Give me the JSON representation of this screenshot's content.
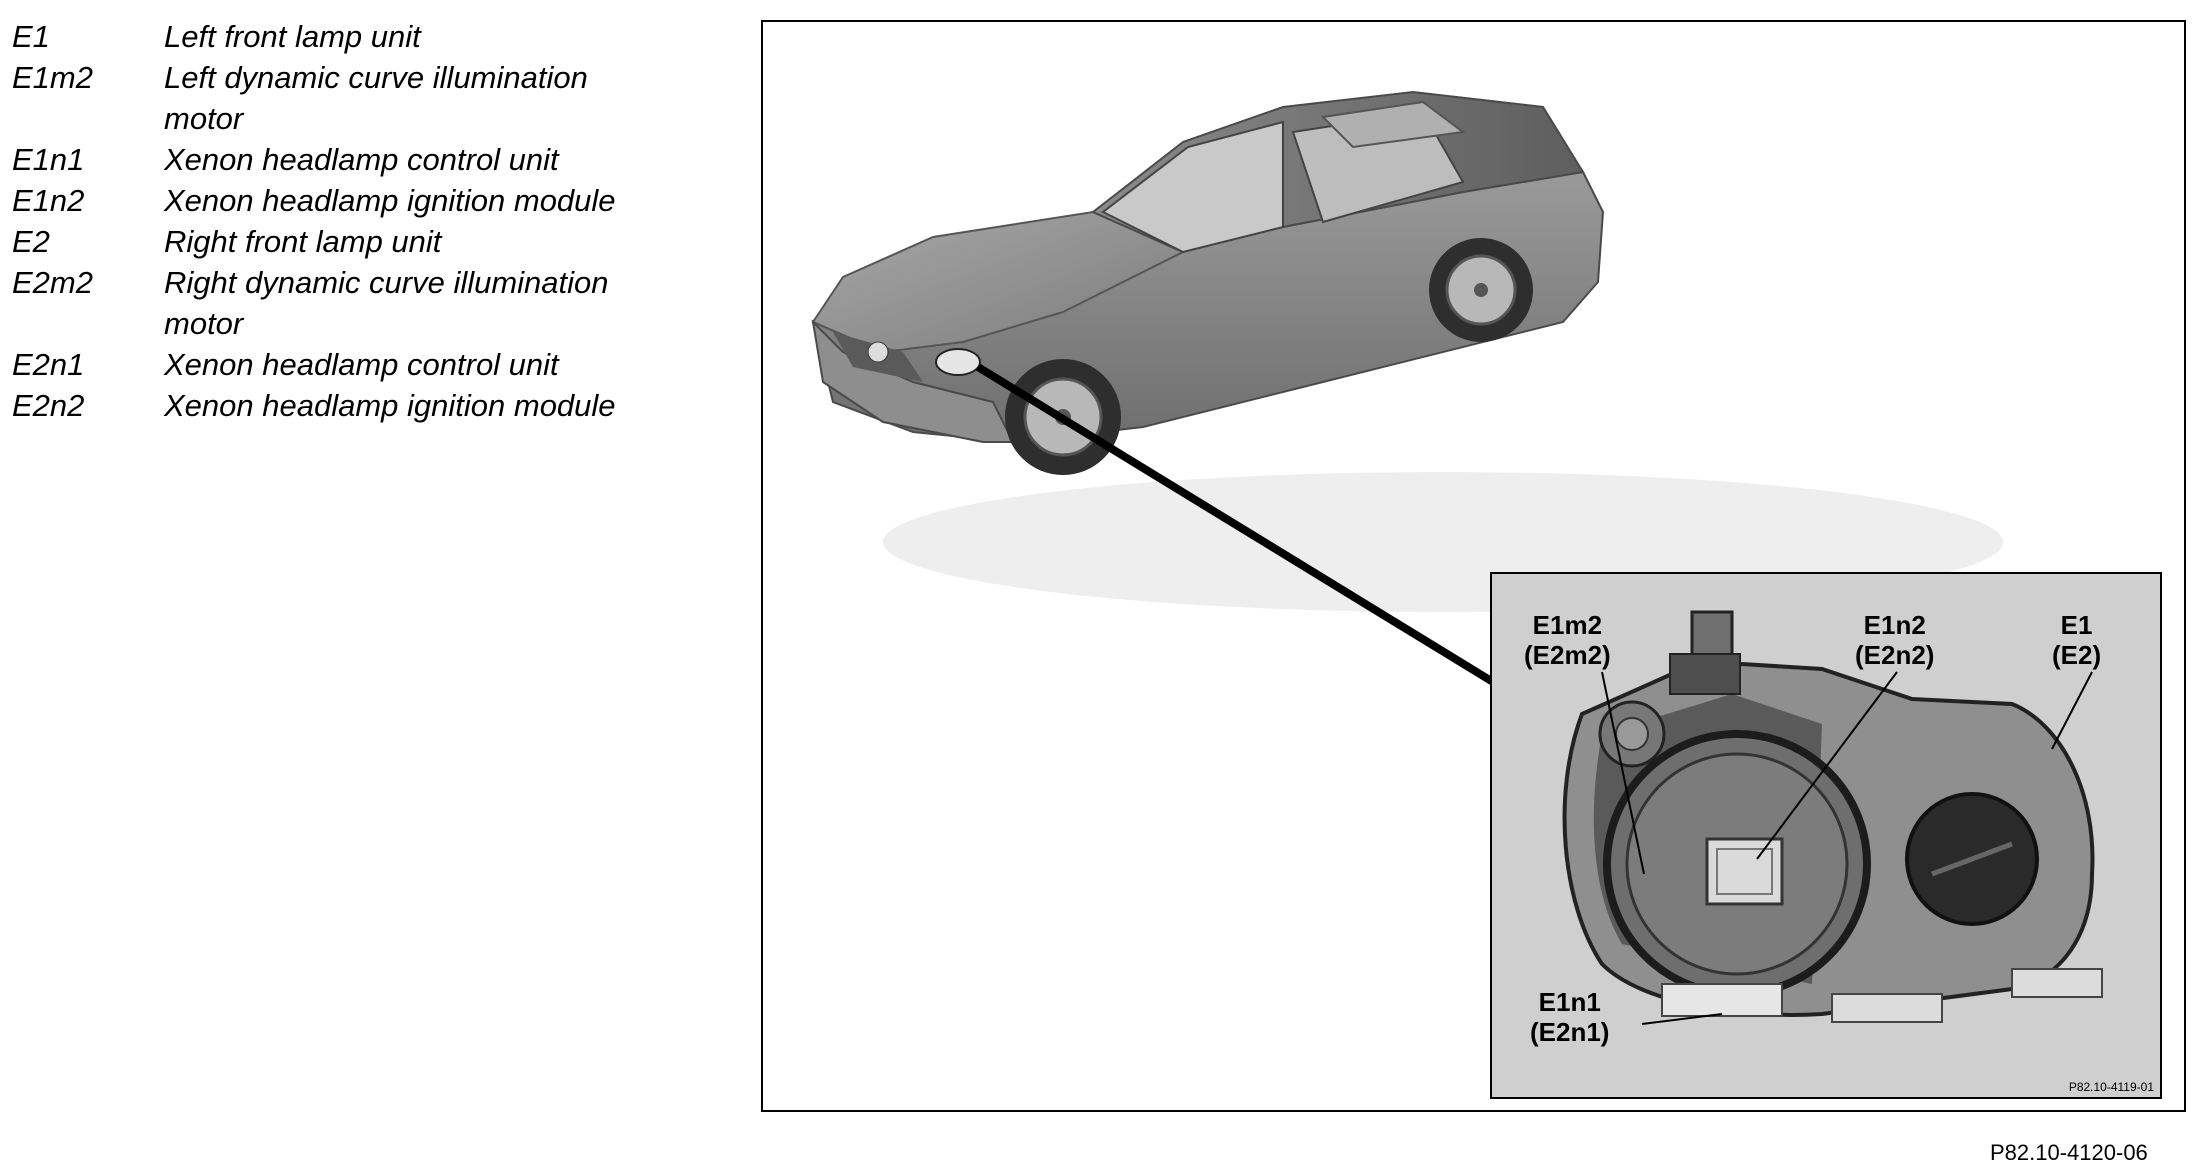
{
  "legend": [
    {
      "code": "E1",
      "description": "Left front lamp unit"
    },
    {
      "code": "E1m2",
      "description": "Left dynamic curve illumination motor"
    },
    {
      "code": "E1n1",
      "description": "Xenon headlamp control unit"
    },
    {
      "code": "E1n2",
      "description": "Xenon headlamp ignition module"
    },
    {
      "code": "E2",
      "description": "Right front lamp unit"
    },
    {
      "code": "E2m2",
      "description": "Right dynamic curve illumination motor"
    },
    {
      "code": "E2n1",
      "description": "Xenon headlamp control unit"
    },
    {
      "code": "E2n2",
      "description": "Xenon headlamp ignition module"
    }
  ],
  "inset": {
    "callouts": {
      "e1m2": {
        "line1": "E1m2",
        "line2": "(E2m2)"
      },
      "e1n2": {
        "line1": "E1n2",
        "line2": "(E2n2)"
      },
      "e1": {
        "line1": "E1",
        "line2": "(E2)"
      },
      "e1n1": {
        "line1": "E1n1",
        "line2": "(E2n1)"
      }
    },
    "reference": "P82.10-4119-01"
  },
  "figure_reference": "P82.10-4120-06"
}
